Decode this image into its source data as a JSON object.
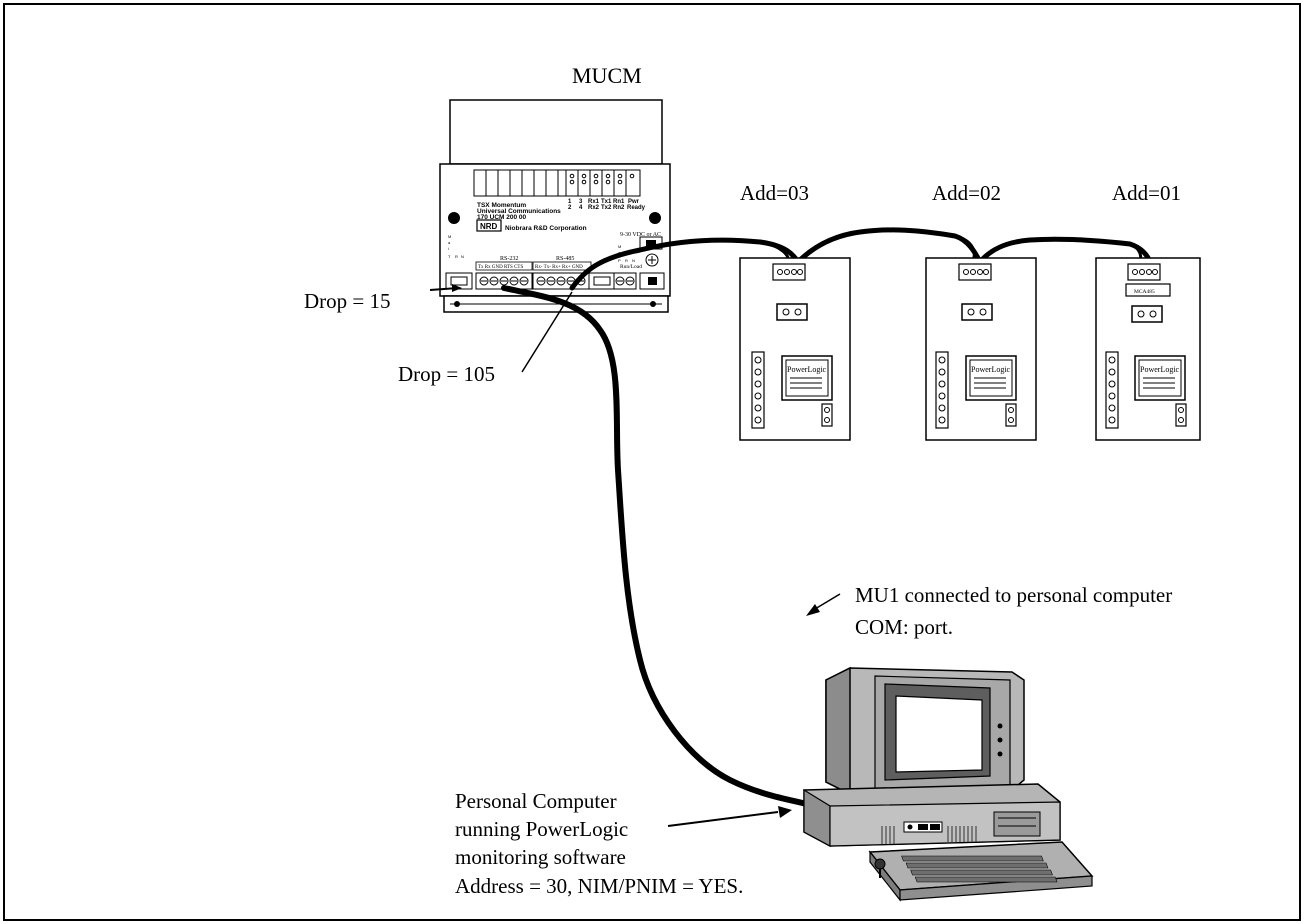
{
  "mucm": {
    "title": "MUCM",
    "model_line1": "TSX Momentum",
    "model_line2": "Universal Communications",
    "model_line3": "170 UCM 200 00",
    "logo": "NRD",
    "maker": "Niobrara R&D Corporation",
    "power_label": "9-30 VDC or AC",
    "rs232_label": "RS-232",
    "rs232_pins": "Tx Rx GND RTS CTS",
    "rs485_label": "RS-485",
    "rs485_pins": "Rx- Tx- Rx+ Rx+ GND",
    "run_load_label": "Run/Load",
    "led_col1": "1\n2",
    "led_col2": "3\n4",
    "led_rx": "Rx1\nRx2",
    "led_tx": "Tx1\nTx2",
    "led_rn": "Rn1\nRn2",
    "led_pwr": "Pwr\nReady"
  },
  "labels": {
    "drop15": "Drop = 15",
    "drop105": "Drop = 105",
    "add03": "Add=03",
    "add02": "Add=02",
    "add01": "Add=01",
    "mu1_line1": "MU1 connected to personal computer",
    "mu1_line2": "COM: port.",
    "pc_line1": "Personal Computer",
    "pc_line2": "running PowerLogic",
    "pc_line3": "monitoring software",
    "pc_line4": "Address = 30, NIM/PNIM = YES."
  },
  "meters": [
    {
      "brand": "PowerLogic",
      "module": ""
    },
    {
      "brand": "PowerLogic",
      "module": ""
    },
    {
      "brand": "PowerLogic",
      "module": "MCA485"
    }
  ]
}
